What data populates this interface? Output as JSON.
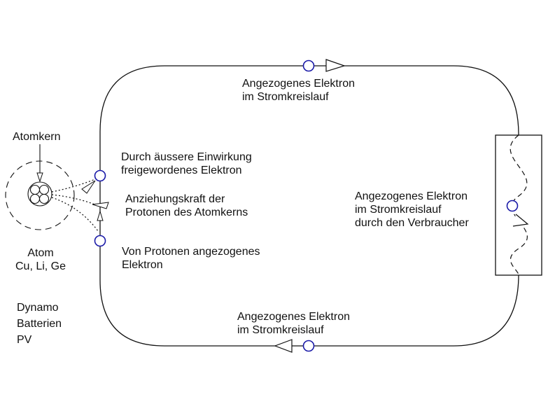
{
  "labels": {
    "atomkern": "Atomkern",
    "top_line1": "Angezogenes Elektron",
    "top_line2": "im Stromkreislauf",
    "freed_line1": "Durch äussere Einwirkung",
    "freed_line2": "freigewordenes Elektron",
    "force_line1": "Anziehungskraft der",
    "force_line2": "Protonen des Atomkerns",
    "consumer_line1": "Angezogenes Elektron",
    "consumer_line2": "im Stromkreislauf",
    "consumer_line3": "durch den Verbraucher",
    "atom_line1": "Atom",
    "atom_line2": "Cu, Li, Ge",
    "proton_line1": "Von Protonen angezogenes",
    "proton_line2": "Elektron",
    "sources_line1": "Dynamo",
    "sources_line2": "Batterien",
    "sources_line3": "PV",
    "bottom_line1": "Angezogenes Elektron",
    "bottom_line2": "im Stromkreislauf"
  },
  "colors": {
    "line": "#111111",
    "electron": "#1a1aa8"
  }
}
